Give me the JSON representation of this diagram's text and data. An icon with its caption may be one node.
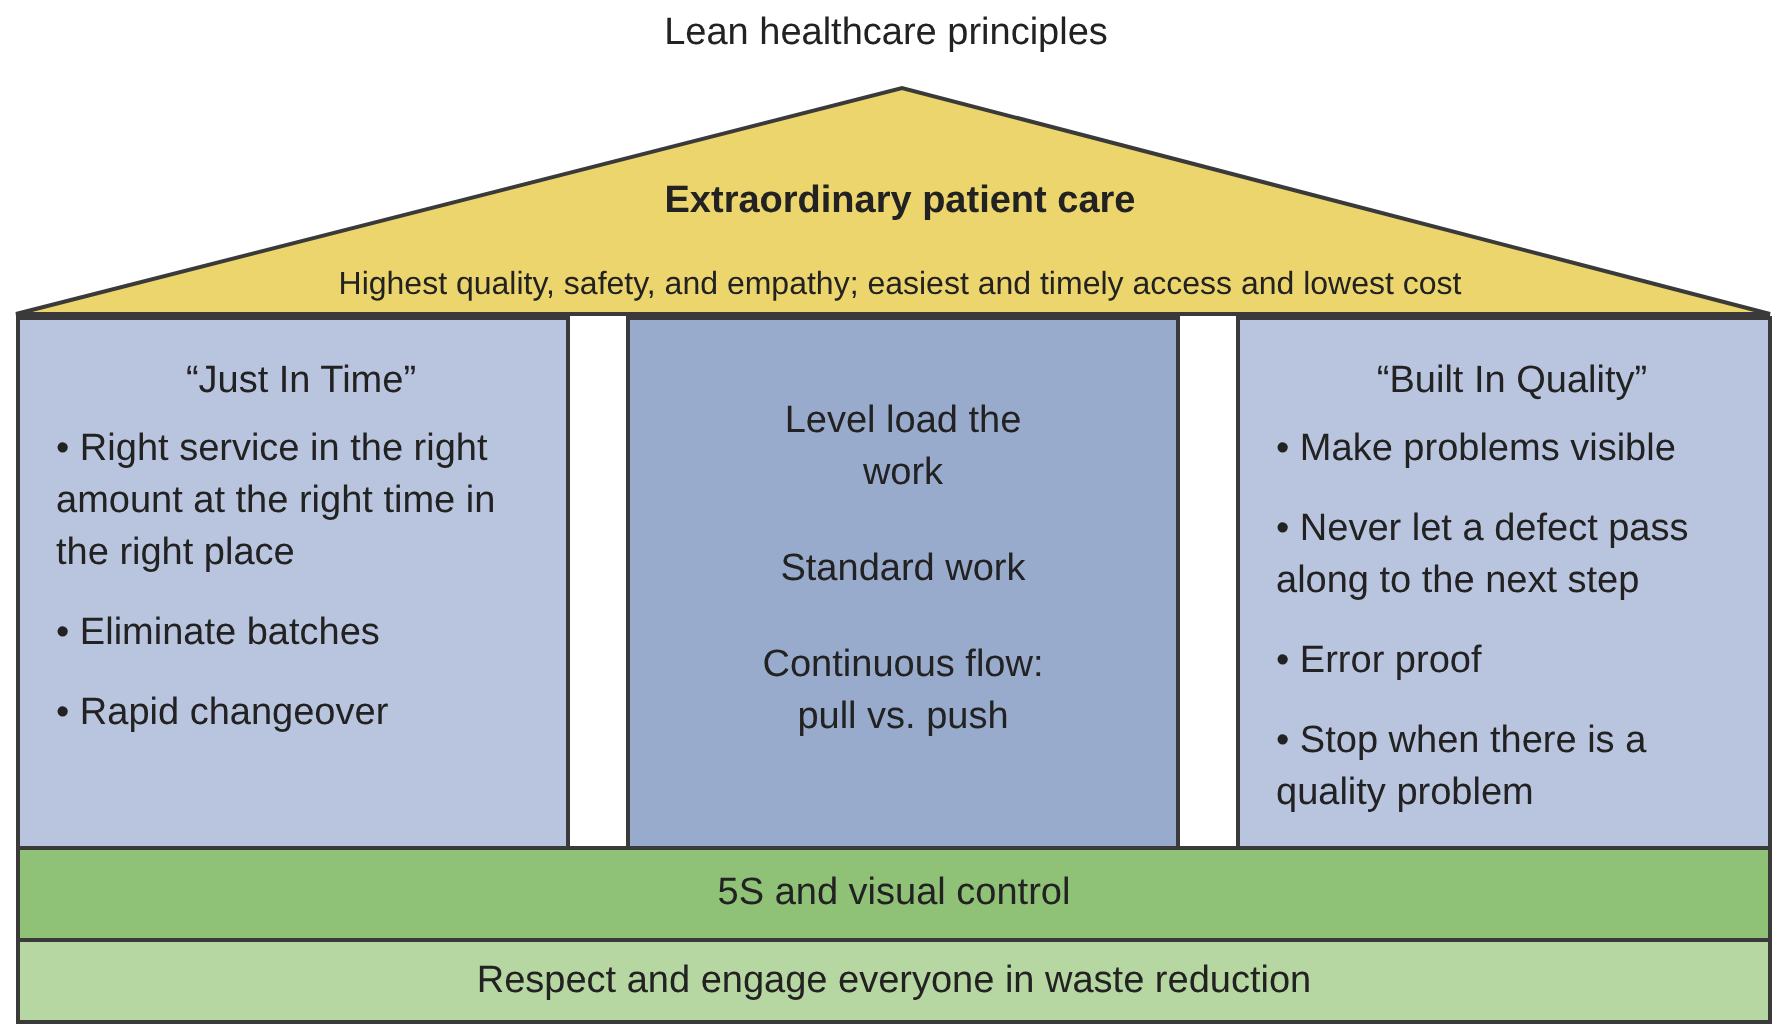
{
  "diagram": {
    "title": "Lean healthcare principles",
    "nodes": [
      {
        "text": [
          "Extraordinary patient care",
          "Highest quality, safety, and empathy; easiest and timely access and lowest cost"
        ]
      },
      {
        "text": [
          "“Just In Time”",
          "• Right service in the right amount at the right time in the right place",
          "• Eliminate batches",
          "• Rapid changeover"
        ]
      },
      {
        "text": [
          "Level load the work",
          "Standard work",
          "Continuous flow: pull vs. push"
        ]
      },
      {
        "text": [
          "“Built In Quality”",
          "• Make problems visible",
          "• Never let a defect pass along to the next step",
          "• Error proof",
          "• Stop when there is a quality problem"
        ]
      },
      {
        "text": [
          "5S and visual control"
        ]
      },
      {
        "text": [
          "Respect and engage everyone in waste reduction"
        ]
      }
    ],
    "edges": []
  }
}
